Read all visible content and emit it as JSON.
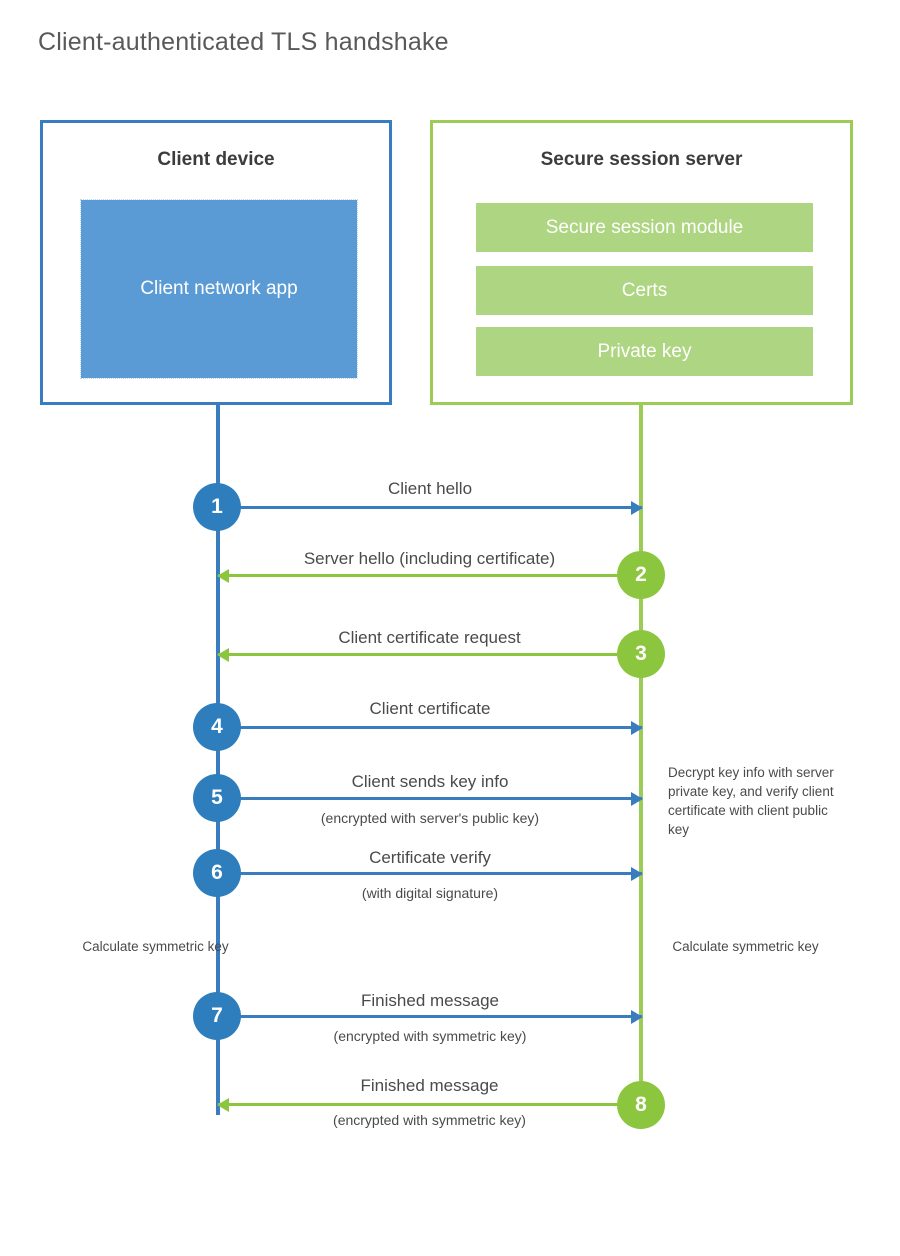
{
  "title": "Client-authenticated TLS handshake",
  "colors": {
    "client_accent": "#3a7dbe",
    "client_fill": "#5b9bd5",
    "server_accent": "#9ccc55",
    "server_fill": "#aed581",
    "step_blue": "#2e7ebd",
    "step_green": "#8cc63f",
    "text": "#4a4a4a",
    "title_text": "#595959"
  },
  "client": {
    "title": "Client device",
    "app_label": "Client network app",
    "note": "Calculate symmetric key"
  },
  "server": {
    "title": "Secure session server",
    "modules": [
      {
        "label": "Secure session module"
      },
      {
        "label": "Certs"
      },
      {
        "label": "Private key"
      }
    ],
    "note_decrypt": "Decrypt key info with server private key, and verify client certificate with client public key",
    "note_calc": "Calculate symmetric key"
  },
  "steps": [
    {
      "number": "1",
      "label": "Client hello",
      "sub": "",
      "direction": "client-to-server"
    },
    {
      "number": "2",
      "label": "Server hello (including certificate)",
      "sub": "",
      "direction": "server-to-client"
    },
    {
      "number": "3",
      "label": "Client certificate request",
      "sub": "",
      "direction": "server-to-client"
    },
    {
      "number": "4",
      "label": "Client certificate",
      "sub": "",
      "direction": "client-to-server"
    },
    {
      "number": "5",
      "label": "Client sends key info",
      "sub": "(encrypted with server's public key)",
      "direction": "client-to-server"
    },
    {
      "number": "6",
      "label": "Certificate verify",
      "sub": "(with digital signature)",
      "direction": "client-to-server"
    },
    {
      "number": "7",
      "label": "Finished message",
      "sub": "(encrypted with symmetric key)",
      "direction": "client-to-server"
    },
    {
      "number": "8",
      "label": "Finished message",
      "sub": "(encrypted with symmetric key)",
      "direction": "server-to-client"
    }
  ]
}
